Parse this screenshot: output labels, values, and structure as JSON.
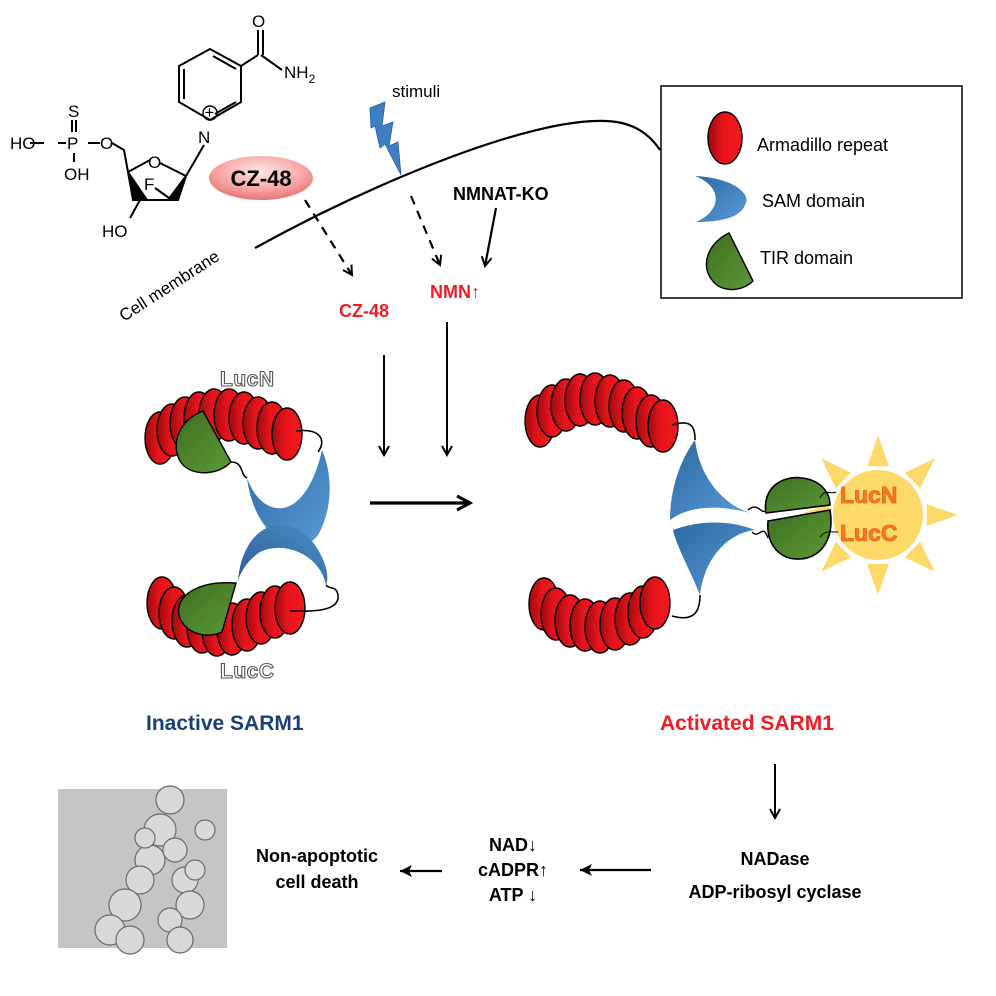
{
  "figure": {
    "title": "SARM1 activation pathway by CZ-48",
    "colors": {
      "armadillo": "#e8141b",
      "sam": "#3f7fbe",
      "tir": "#4a7a2a",
      "sun": "#fdd96a",
      "sun_text": "#f47a20",
      "red_text": "#ee1c24",
      "inactive_text": "#1c3f7a",
      "black": "#000000"
    }
  },
  "compound": {
    "name": "CZ-48",
    "atoms": {
      "oxygen_carbonyl": "O",
      "amine": "NH",
      "amine_sub": "2",
      "nitrogen": "N",
      "charge": "+",
      "sulfur": "S",
      "phosphorus": "P",
      "ho_left": "HO",
      "oh_bottom": "OH",
      "ester_o": "O",
      "ring_o": "O",
      "fluorine": "F",
      "ho_ring": "HO"
    }
  },
  "labels": {
    "stimuli": "stimuli",
    "nmnat_ko": "NMNAT-KO",
    "cell_membrane": "Cell membrane",
    "cz48_intracellular": "CZ-48",
    "nmn_up": "NMN↑",
    "lucn_inactive": "LucN",
    "lucc_inactive": "LucC",
    "lucn_active": "LucN",
    "lucc_active": "LucC",
    "inactive_sarm1": "Inactive SARM1",
    "activated_sarm1": "Activated SARM1",
    "nadase_line1": "NADase",
    "nadase_line2": "ADP-ribosyl cyclase",
    "metabolites": [
      "NAD↓",
      "cADPR↑",
      "ATP ↓"
    ],
    "cell_death_line1": "Non-apoptotic",
    "cell_death_line2": "cell death"
  },
  "legend": {
    "items": [
      {
        "icon": "armadillo-repeat-icon",
        "label": "Armadillo repeat"
      },
      {
        "icon": "sam-domain-icon",
        "label": "SAM domain"
      },
      {
        "icon": "tir-domain-icon",
        "label": "TIR domain"
      }
    ]
  },
  "micrograph": {
    "description": "Brightfield micrograph of dying cells"
  }
}
